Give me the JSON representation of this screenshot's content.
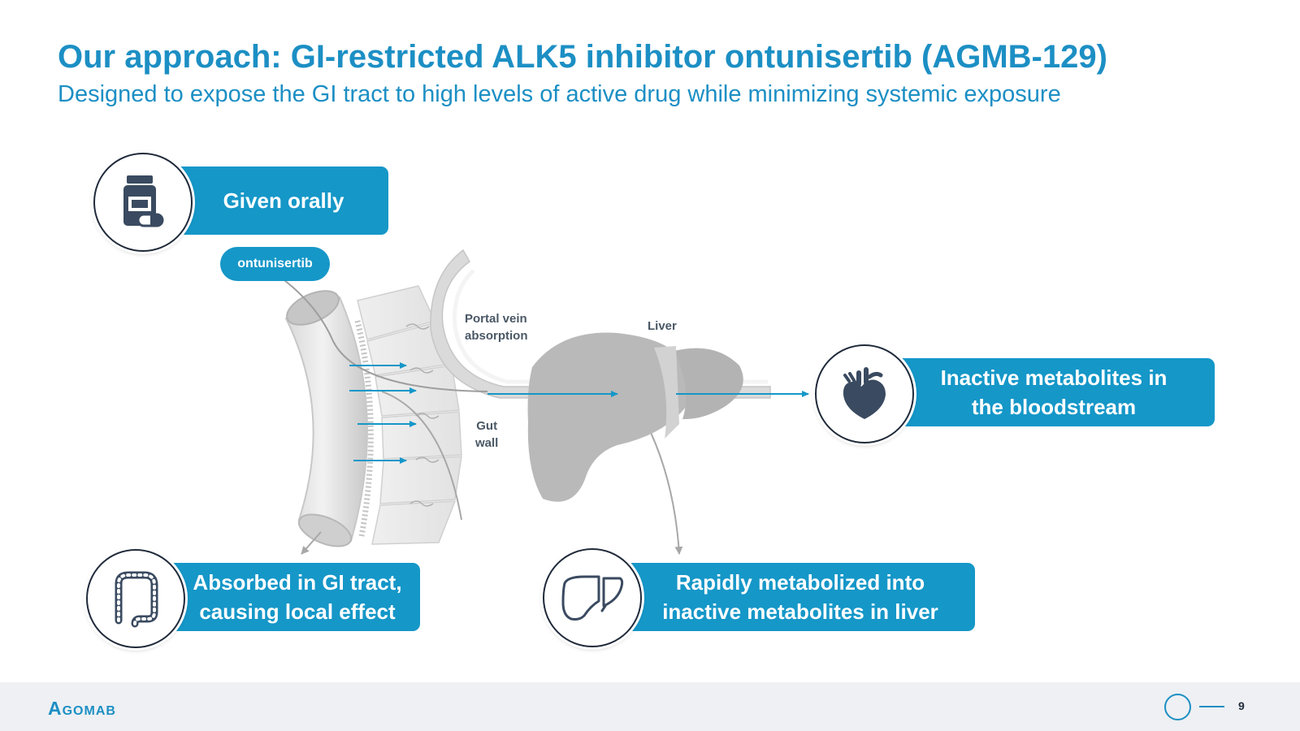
{
  "header": {
    "title": "Our approach: GI-restricted ALK5 inhibitor ontunisertib (AGMB-129)",
    "subtitle": "Designed to expose the GI tract to high levels of active drug while minimizing systemic exposure"
  },
  "diagram": {
    "drug_pill": "ontunisertib",
    "labels": {
      "portal_vein": "Portal vein\nabsorption",
      "liver": "Liver",
      "gut_wall": "Gut\nwall"
    },
    "callouts": {
      "oral": {
        "text": "Given orally",
        "icon": "medicine-bottle-pill-icon"
      },
      "gi": {
        "text": "Absorbed in GI tract,\ncausing local effect",
        "icon": "intestine-icon"
      },
      "liver": {
        "text": "Rapidly metabolized into\ninactive metabolites in liver",
        "icon": "liver-icon"
      },
      "blood": {
        "text": "Inactive metabolites in\nthe bloodstream",
        "icon": "heart-icon"
      }
    }
  },
  "colors": {
    "accent": "#1597c8",
    "title": "#1c8fc4",
    "icon_dark": "#3a4a60",
    "anatomy_gray": "#b8b8b8",
    "footer_bg": "#eef0f3"
  },
  "footer": {
    "logo": "Agomab",
    "page_number": "9"
  }
}
